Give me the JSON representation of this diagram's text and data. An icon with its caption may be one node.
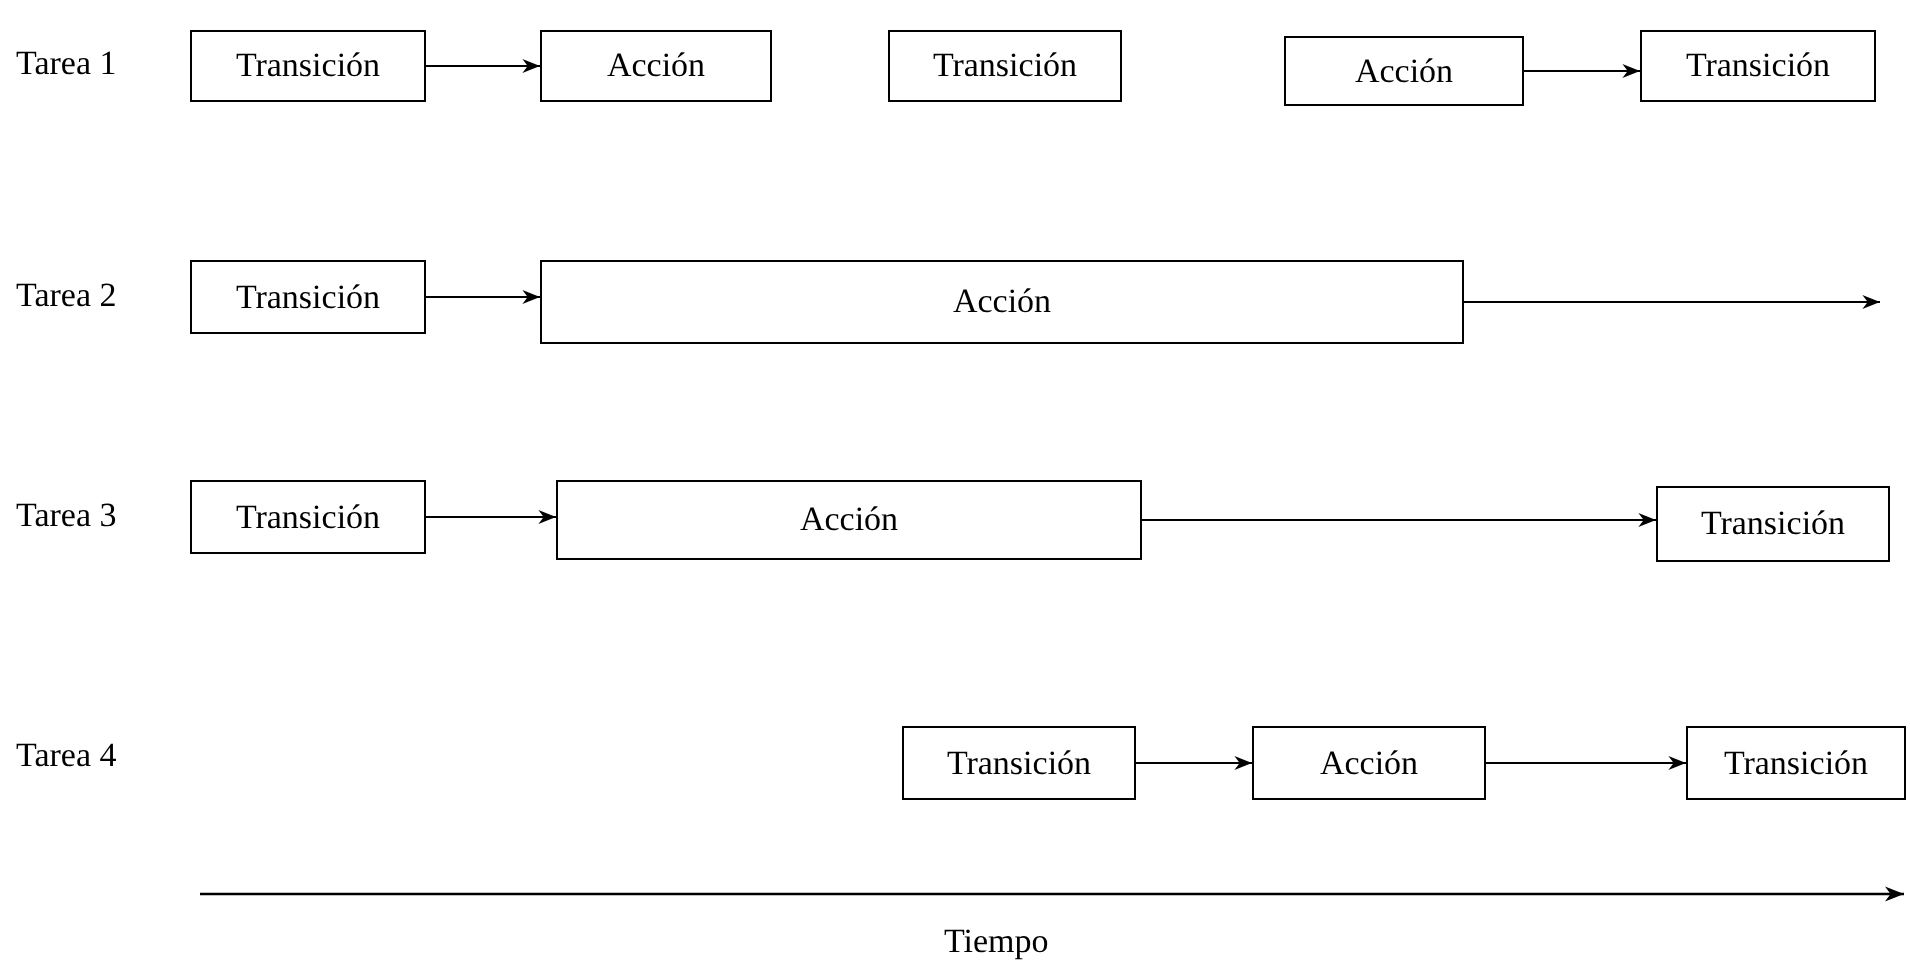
{
  "diagram": {
    "nodes": [
      {
        "text": [
          "Transición"
        ]
      },
      {
        "text": [
          "Acción"
        ]
      },
      {
        "text": [
          "Transición"
        ]
      },
      {
        "text": [
          "Acción"
        ]
      },
      {
        "text": [
          "Transición"
        ]
      },
      {
        "text": [
          "Transición"
        ]
      },
      {
        "text": [
          "Acción"
        ]
      },
      {
        "text": [
          "Transición"
        ]
      },
      {
        "text": [
          "Acción"
        ]
      },
      {
        "text": [
          "Transición"
        ]
      },
      {
        "text": [
          "Transición"
        ]
      },
      {
        "text": [
          "Acción"
        ]
      },
      {
        "text": [
          "Transición"
        ]
      }
    ],
    "edges": [
      {
        "from": 0,
        "to": 1,
        "arrow": "to"
      },
      {
        "from": 3,
        "to": 4,
        "arrow": "to"
      },
      {
        "from": 5,
        "to": 6,
        "arrow": "to"
      },
      {
        "from": 6,
        "to": null,
        "arrow": "to"
      },
      {
        "from": 7,
        "to": 8,
        "arrow": "to"
      },
      {
        "from": 8,
        "to": 9,
        "arrow": "to"
      },
      {
        "from": 10,
        "to": 11,
        "arrow": "to"
      },
      {
        "from": 11,
        "to": 12,
        "arrow": "to"
      }
    ],
    "labels": [
      "Tarea 1",
      "Tarea 2",
      "Tarea 3",
      "Tarea 4",
      "Tiempo"
    ]
  }
}
